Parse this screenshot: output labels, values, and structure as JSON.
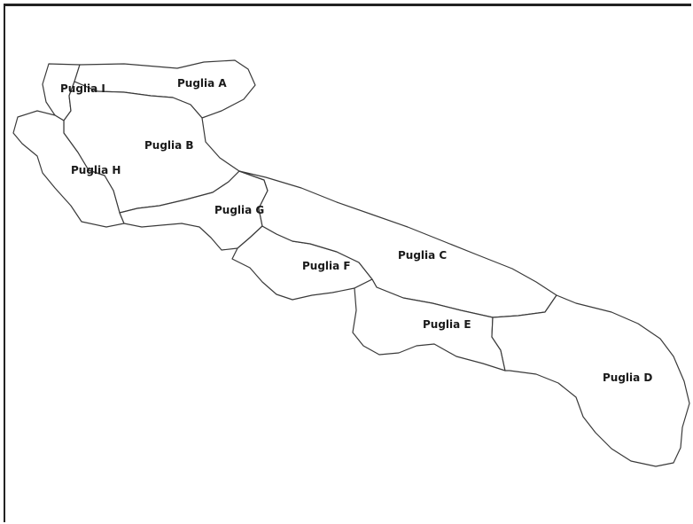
{
  "map": {
    "regions": [
      {
        "id": "A",
        "label": "Puglia A"
      },
      {
        "id": "B",
        "label": "Puglia B"
      },
      {
        "id": "C",
        "label": "Puglia C"
      },
      {
        "id": "D",
        "label": "Puglia D"
      },
      {
        "id": "E",
        "label": "Puglia E"
      },
      {
        "id": "F",
        "label": "Puglia F"
      },
      {
        "id": "G",
        "label": "Puglia G"
      },
      {
        "id": "H",
        "label": "Puglia H"
      },
      {
        "id": "I",
        "label": "Puglia I"
      }
    ],
    "colors": {
      "border": "#3a3a3a",
      "fill": "#ffffff",
      "label": "#1a1a1a"
    }
  }
}
